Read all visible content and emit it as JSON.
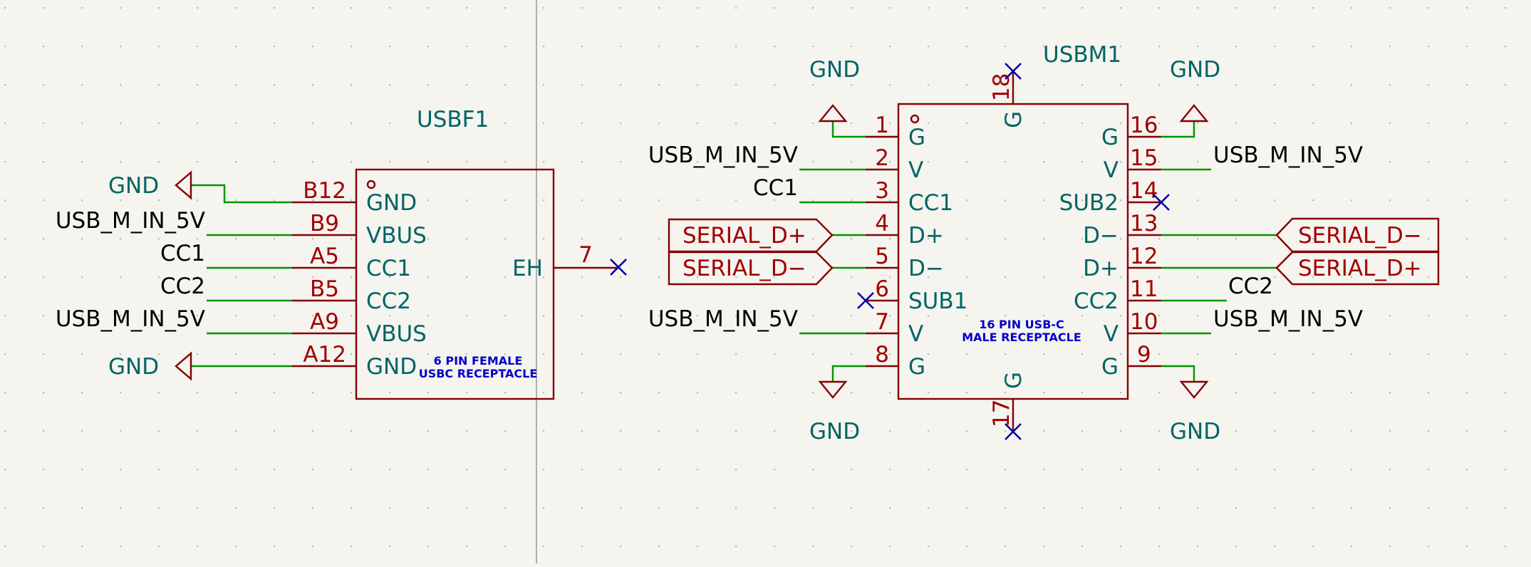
{
  "usbf1": {
    "ref": "USBF1",
    "desc1": "6 PIN FEMALE",
    "desc2": "USBC RECEPTACLE",
    "pins": [
      {
        "num": "B12",
        "name": "GND",
        "net": "GND"
      },
      {
        "num": "B9",
        "name": "VBUS",
        "net": "USB_M_IN_5V"
      },
      {
        "num": "A5",
        "name": "CC1",
        "net": "CC1"
      },
      {
        "num": "B5",
        "name": "CC2",
        "net": "CC2"
      },
      {
        "num": "A9",
        "name": "VBUS",
        "net": "USB_M_IN_5V"
      },
      {
        "num": "A12",
        "name": "GND",
        "net": "GND"
      }
    ],
    "eh": {
      "num": "7",
      "name": "EH"
    }
  },
  "usbm1": {
    "ref": "USBM1",
    "desc1": "16 PIN USB-C",
    "desc2": "MALE RECEPTACLE",
    "left_pins": [
      {
        "num": "1",
        "name": "G",
        "net": "GND"
      },
      {
        "num": "2",
        "name": "V",
        "net": "USB_M_IN_5V"
      },
      {
        "num": "3",
        "name": "CC1",
        "net": "CC1"
      },
      {
        "num": "4",
        "name": "D+",
        "net": "SERIAL_D+"
      },
      {
        "num": "5",
        "name": "D−",
        "net": "SERIAL_D−"
      },
      {
        "num": "6",
        "name": "SUB1",
        "net": ""
      },
      {
        "num": "7",
        "name": "V",
        "net": "USB_M_IN_5V"
      },
      {
        "num": "8",
        "name": "G",
        "net": "GND"
      }
    ],
    "right_pins": [
      {
        "num": "16",
        "name": "G",
        "net": "GND"
      },
      {
        "num": "15",
        "name": "V",
        "net": "USB_M_IN_5V"
      },
      {
        "num": "14",
        "name": "SUB2",
        "net": ""
      },
      {
        "num": "13",
        "name": "D−",
        "net": "SERIAL_D−"
      },
      {
        "num": "12",
        "name": "D+",
        "net": "SERIAL_D+"
      },
      {
        "num": "11",
        "name": "CC2",
        "net": "CC2"
      },
      {
        "num": "10",
        "name": "V",
        "net": "USB_M_IN_5V"
      },
      {
        "num": "9",
        "name": "G",
        "net": "GND"
      }
    ],
    "top_pin": {
      "num": "18",
      "name": "G"
    },
    "bottom_pin": {
      "num": "17",
      "name": "G"
    }
  },
  "power": {
    "gnd_left_top": "GND",
    "gnd_left_bottom": "GND",
    "gnd_m_tl": "GND",
    "gnd_m_tr": "GND",
    "gnd_m_bl": "GND",
    "gnd_m_br": "GND"
  }
}
